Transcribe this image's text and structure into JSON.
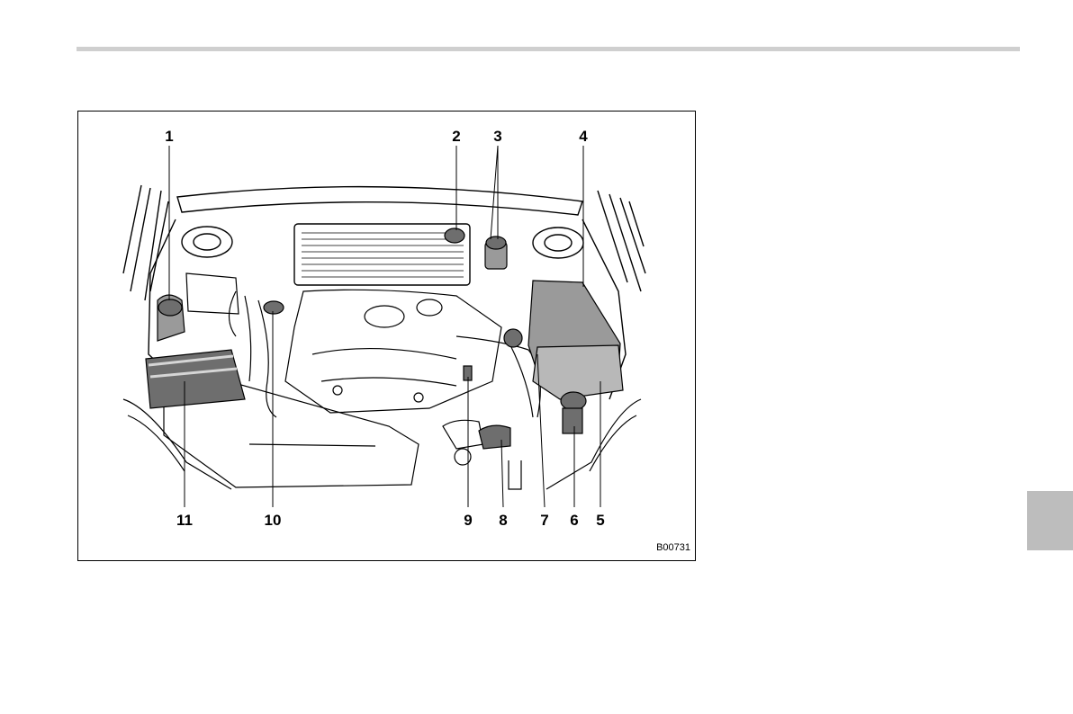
{
  "figure": {
    "code": "B00731",
    "callouts": [
      "1",
      "2",
      "3",
      "4",
      "5",
      "6",
      "7",
      "8",
      "9",
      "10",
      "11"
    ],
    "colors": {
      "line": "#000000",
      "shade_dark": "#6e6e6e",
      "shade_mid": "#9a9a9a",
      "shade_light": "#d6d6d6",
      "rule": "#cfcfcf",
      "tab": "#bdbdbd"
    }
  }
}
